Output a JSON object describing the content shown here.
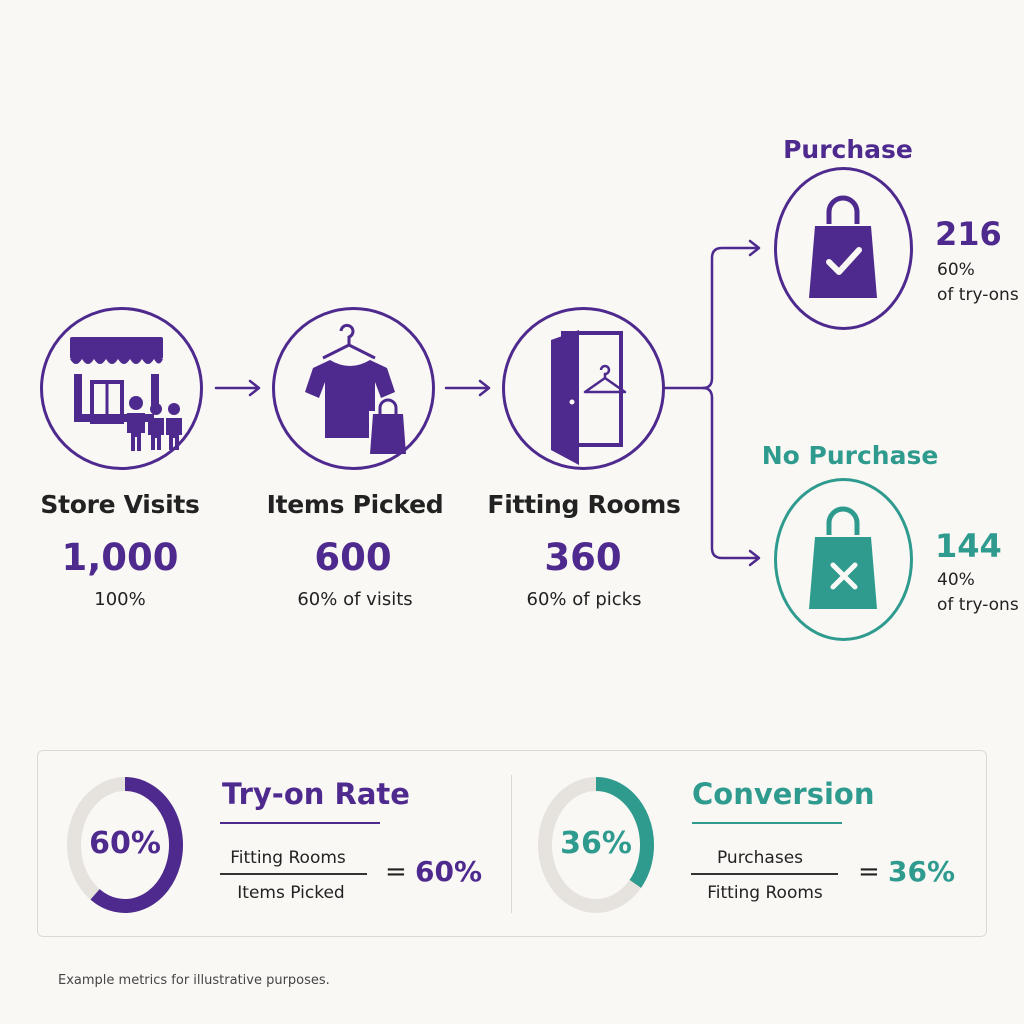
{
  "steps": [
    {
      "label": "Store Visits",
      "value": "1,000",
      "sub": "100%",
      "icon": "store-icon"
    },
    {
      "label": "Items Picked",
      "value": "600",
      "sub": "60% of visits",
      "icon": "shirt-bag-icon"
    },
    {
      "label": "Fitting Rooms",
      "value": "360",
      "sub": "60% of picks",
      "icon": "fitting-room-door-icon"
    }
  ],
  "outcomes": {
    "purchase": {
      "title": "Purchase",
      "value": "216",
      "pct": "60%",
      "sub": "of try-ons",
      "icon": "shopping-bag-check-icon"
    },
    "no_purchase": {
      "title": "No Purchase",
      "value": "144",
      "pct": "40%",
      "sub": "of try-ons",
      "icon": "shopping-bag-x-icon"
    }
  },
  "metrics": [
    {
      "title": "Try-on Rate",
      "donut_label": "60%",
      "fraction": 0.6,
      "numerator": "Fitting Rooms",
      "denominator": "Items Picked",
      "equals": "=",
      "result": "60%",
      "color": "#4e2a8e"
    },
    {
      "title": "Conversion",
      "donut_label": "36%",
      "fraction": 0.36,
      "numerator": "Purchases",
      "denominator": "Fitting Rooms",
      "equals": "=",
      "result": "36%",
      "color": "#2f9b8f"
    }
  ],
  "colors": {
    "purple": "#4e2a8e",
    "teal": "#2f9b8f",
    "ring_track": "#e6e3de"
  },
  "footer": "Example metrics for illustrative purposes."
}
